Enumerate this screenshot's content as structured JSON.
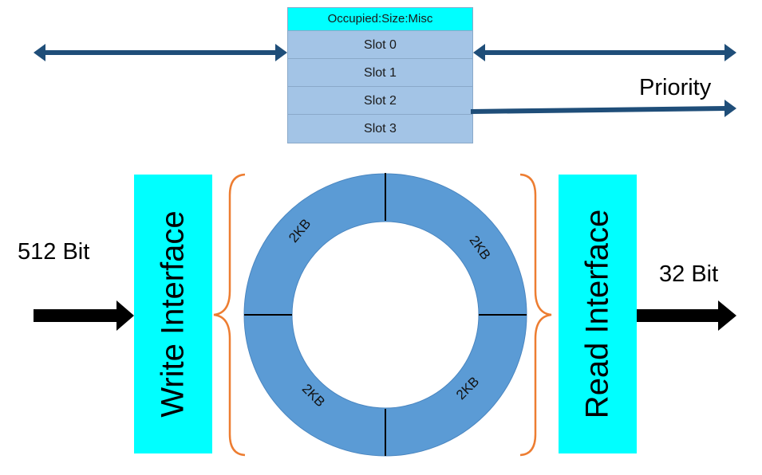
{
  "slots": {
    "header": "Occupied:Size:Misc",
    "rows": [
      "Slot 0",
      "Slot 1",
      "Slot 2",
      "Slot 3"
    ]
  },
  "priority_label": "Priority",
  "write_interface": {
    "label": "Write Interface",
    "input_label": "512 Bit"
  },
  "read_interface": {
    "label": "Read Interface",
    "output_label": "32 Bit"
  },
  "ring_segments": [
    "2KB",
    "2KB",
    "2KB",
    "2KB"
  ],
  "colors": {
    "interface_fill": "#00ffff",
    "slot_fill": "#a3c4e6",
    "ring_fill": "#5b9bd5",
    "arrow_blue": "#1f4e79",
    "brace_orange": "#ed7d31"
  }
}
